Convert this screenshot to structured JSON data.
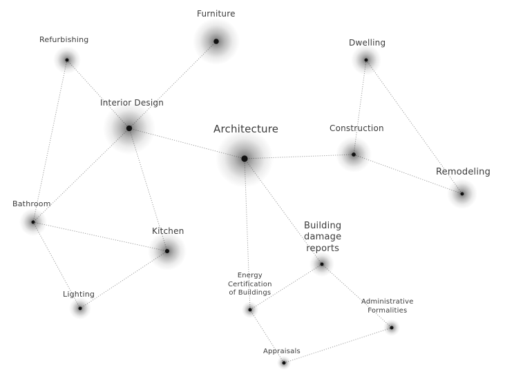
{
  "colors": {
    "background": "#ffffff",
    "text": "#3a3a3a",
    "edge": "#9a9a9a",
    "node": "#111111"
  },
  "nodes": {
    "furniture": {
      "label": "Furniture"
    },
    "refurbishing": {
      "label": "Refurbishing"
    },
    "interior_design": {
      "label": "Interior Design"
    },
    "architecture": {
      "label": "Architecture"
    },
    "dwelling": {
      "label": "Dwelling"
    },
    "construction": {
      "label": "Construction"
    },
    "remodeling": {
      "label": "Remodeling"
    },
    "bathroom": {
      "label": "Bathroom"
    },
    "kitchen": {
      "label": "Kitchen"
    },
    "lighting": {
      "label": "Lighting"
    },
    "building_damage": {
      "label": "Building\ndamage\nreports"
    },
    "energy_cert": {
      "label": "Energy\nCertification\nof Buildings"
    },
    "administrative": {
      "label": "Administrative\nFormalities"
    },
    "appraisals": {
      "label": "Appraisals"
    }
  },
  "edges": [
    [
      "furniture",
      "interior_design"
    ],
    [
      "refurbishing",
      "interior_design"
    ],
    [
      "refurbishing",
      "bathroom"
    ],
    [
      "interior_design",
      "architecture"
    ],
    [
      "interior_design",
      "bathroom"
    ],
    [
      "interior_design",
      "kitchen"
    ],
    [
      "bathroom",
      "kitchen"
    ],
    [
      "bathroom",
      "lighting"
    ],
    [
      "kitchen",
      "lighting"
    ],
    [
      "architecture",
      "construction"
    ],
    [
      "architecture",
      "energy_cert"
    ],
    [
      "architecture",
      "building_damage"
    ],
    [
      "dwelling",
      "construction"
    ],
    [
      "dwelling",
      "remodeling"
    ],
    [
      "construction",
      "remodeling"
    ],
    [
      "building_damage",
      "energy_cert"
    ],
    [
      "building_damage",
      "administrative"
    ],
    [
      "energy_cert",
      "appraisals"
    ],
    [
      "appraisals",
      "administrative"
    ]
  ]
}
